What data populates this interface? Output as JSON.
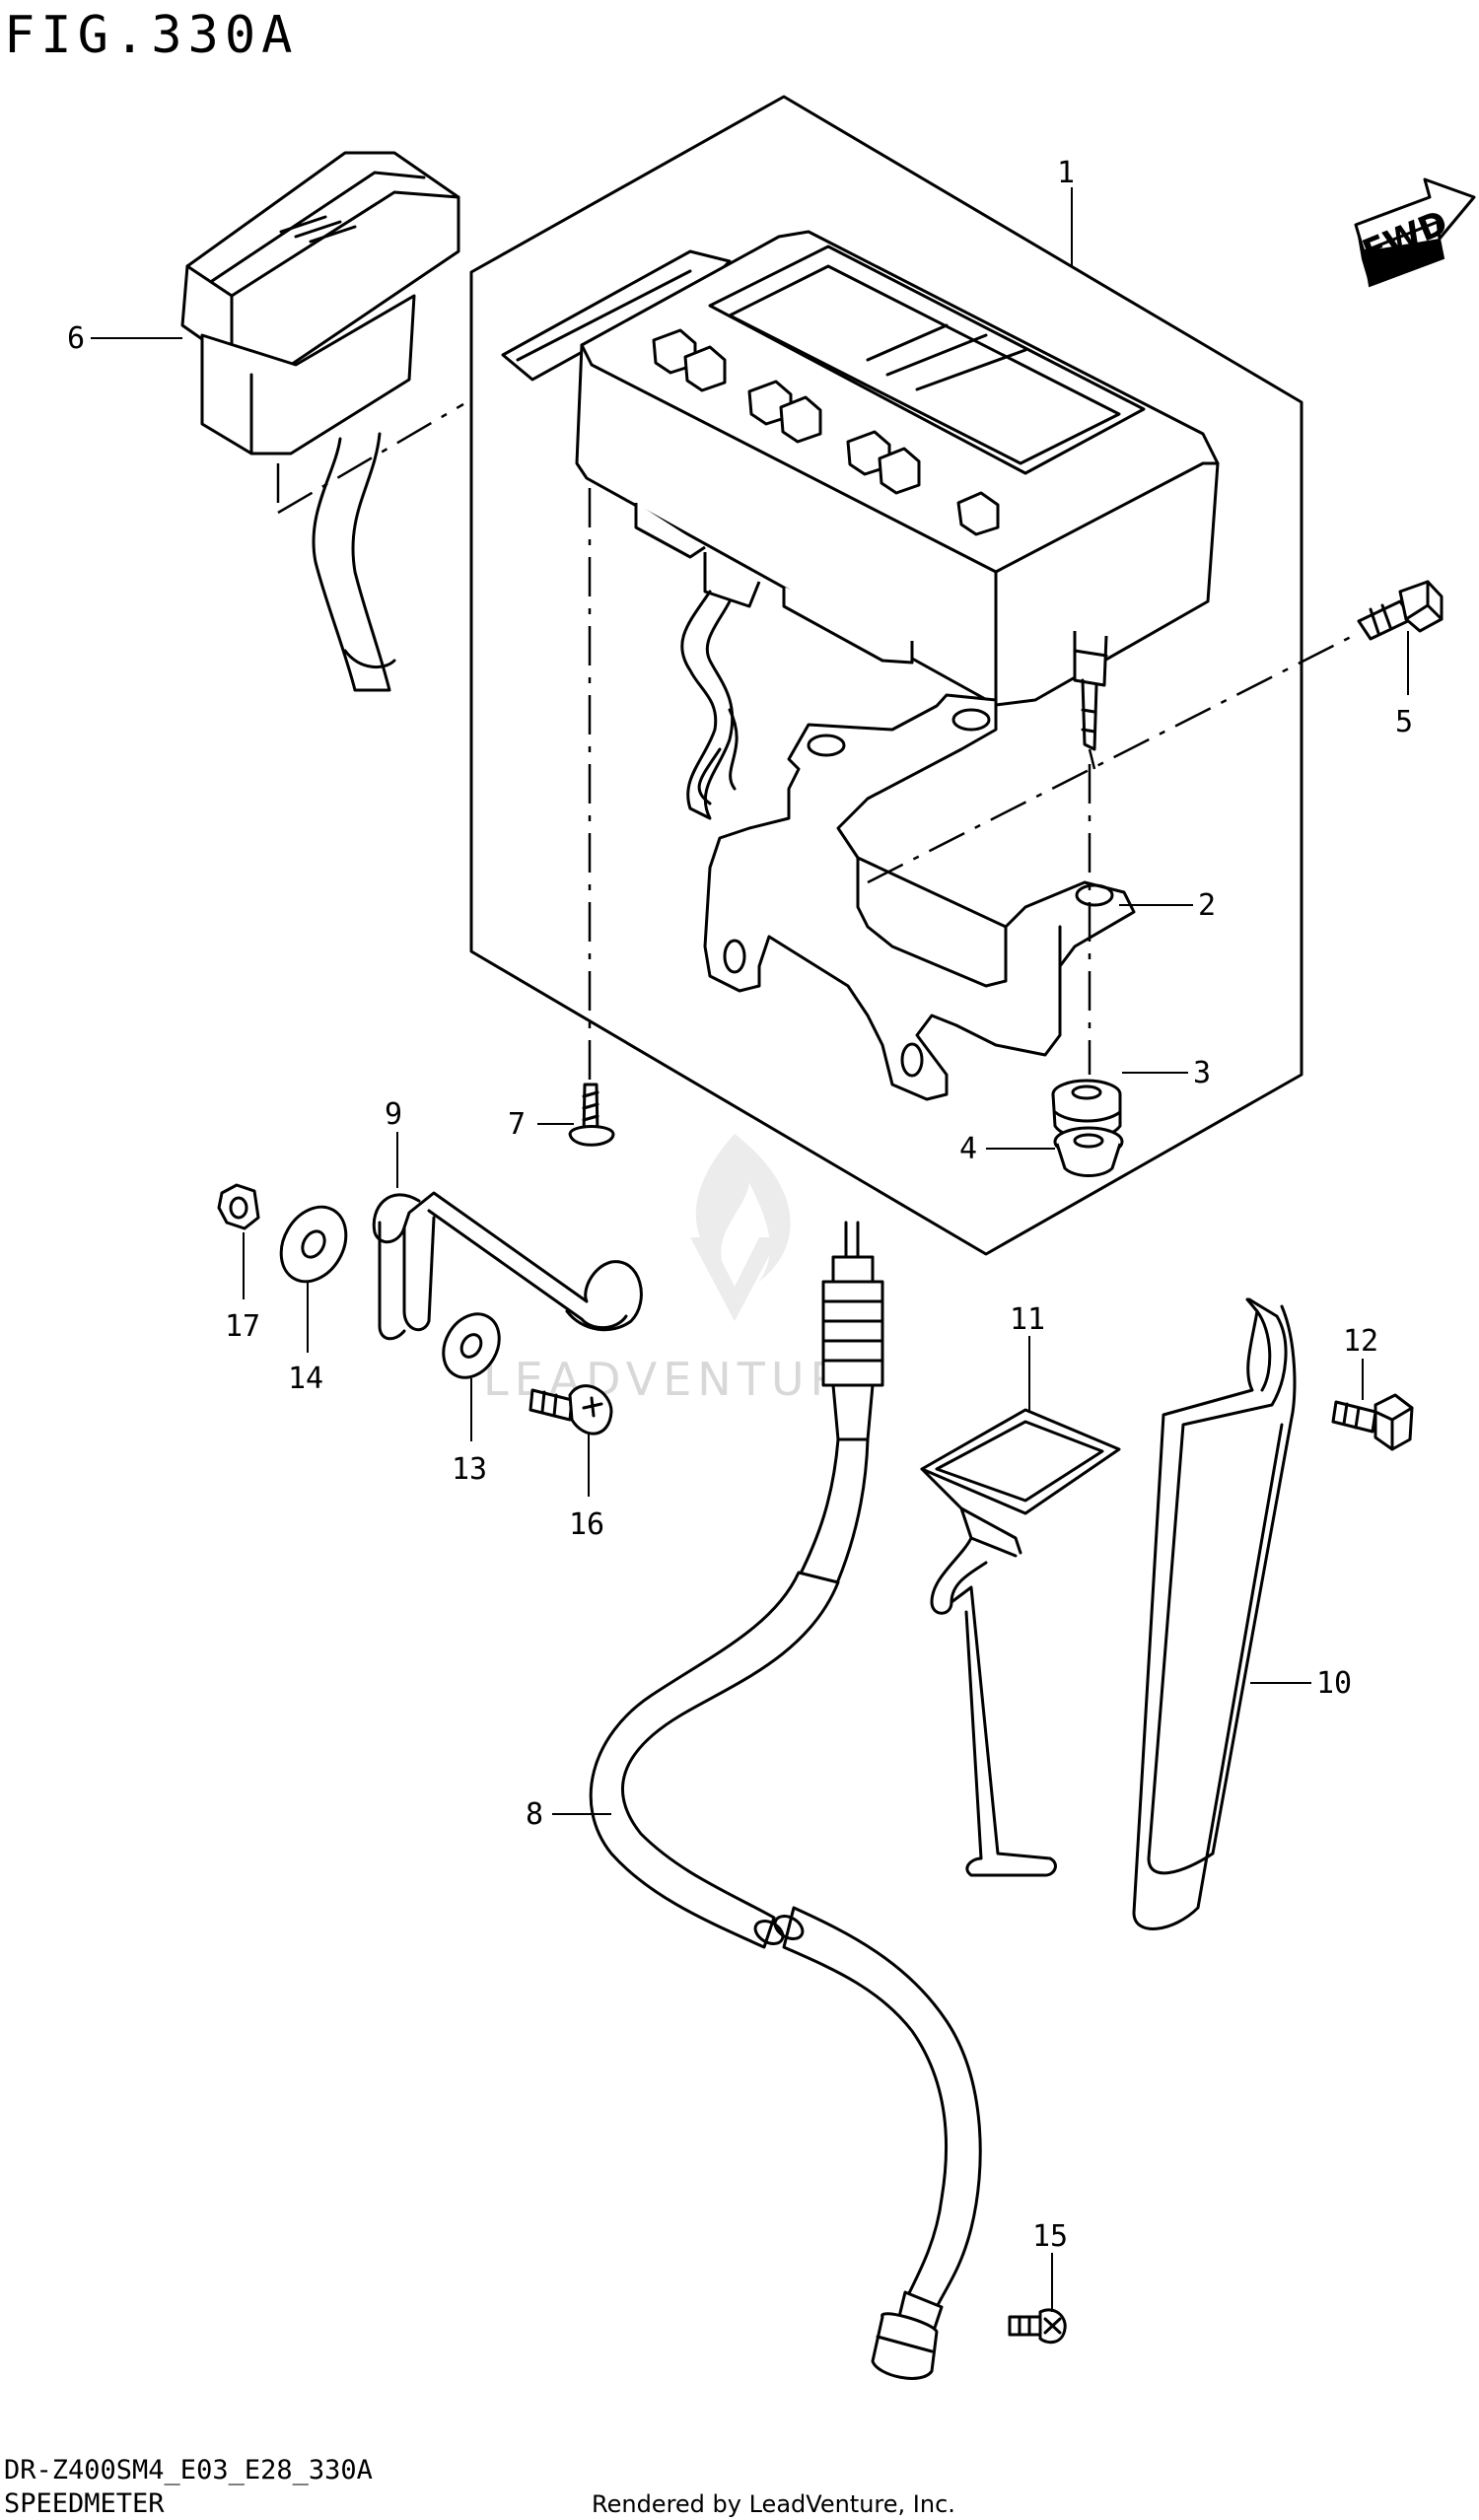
{
  "figure": {
    "title": "FIG.330A",
    "model_code": "DR-Z400SM4_E03_E28_330A",
    "section_name": "SPEEDMETER",
    "render_credit": "Rendered by LeadVenture, Inc.",
    "watermark": "LEADVENTURE",
    "direction_label": "FWD"
  },
  "callouts": [
    {
      "id": "1",
      "label": "1"
    },
    {
      "id": "2",
      "label": "2"
    },
    {
      "id": "3",
      "label": "3"
    },
    {
      "id": "4",
      "label": "4"
    },
    {
      "id": "5",
      "label": "5"
    },
    {
      "id": "6",
      "label": "6"
    },
    {
      "id": "7",
      "label": "7"
    },
    {
      "id": "8",
      "label": "8"
    },
    {
      "id": "9",
      "label": "9"
    },
    {
      "id": "10",
      "label": "10"
    },
    {
      "id": "11",
      "label": "11"
    },
    {
      "id": "12",
      "label": "12"
    },
    {
      "id": "13",
      "label": "13"
    },
    {
      "id": "14",
      "label": "14"
    },
    {
      "id": "15",
      "label": "15"
    },
    {
      "id": "16",
      "label": "16"
    },
    {
      "id": "17",
      "label": "17"
    }
  ]
}
